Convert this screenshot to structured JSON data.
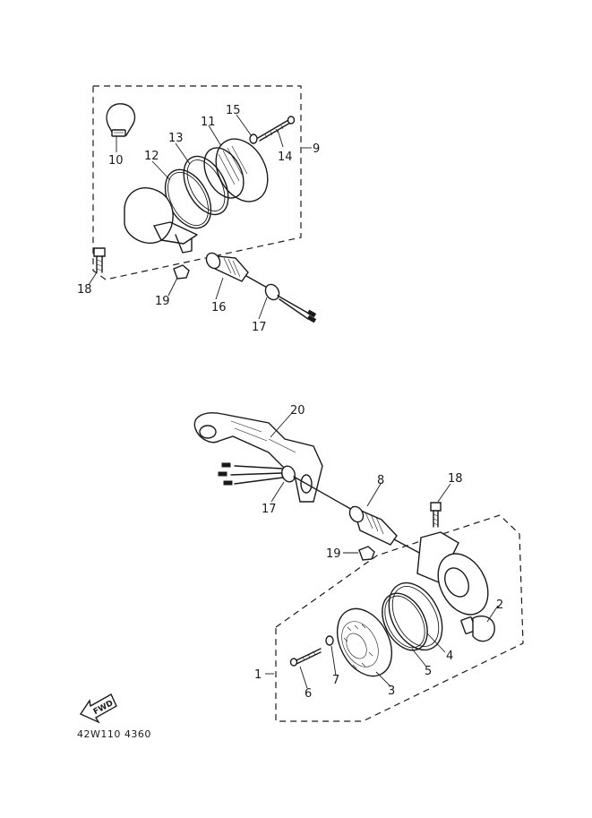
{
  "callouts_top": {
    "c9": "9",
    "c10": "10",
    "c11": "11",
    "c12": "12",
    "c13": "13",
    "c14": "14",
    "c15": "15",
    "c16": "16",
    "c17": "17",
    "c18": "18",
    "c19": "19"
  },
  "callouts_bottom": {
    "c1": "1",
    "c2": "2",
    "c3": "3",
    "c4": "4",
    "c5": "5",
    "c6": "6",
    "c7": "7",
    "c8": "8",
    "c17": "17",
    "c18": "18",
    "c19": "19",
    "c20": "20"
  },
  "fwd_label": "FWD",
  "diagram_code": "42W110 4360"
}
